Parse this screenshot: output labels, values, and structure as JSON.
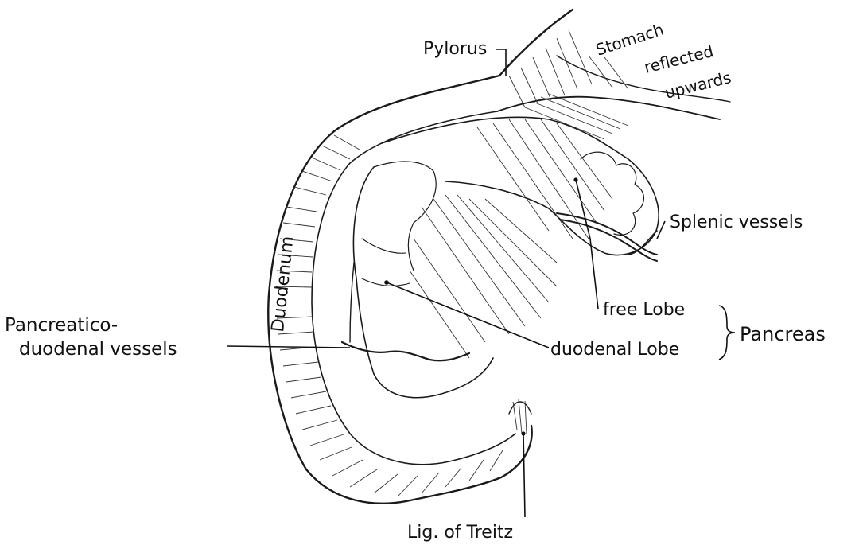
{
  "labels": {
    "pylorus": "Pylorus",
    "stomach_line1": "Stomach",
    "stomach_line2": "reflected",
    "stomach_line3": "upwards",
    "splenic": "Splenic vessels",
    "free_lobe": "free Lobe",
    "pancreas": "Pancreas",
    "duodenal_lobe": "duodenal Lobe",
    "pancreatico_line1": "Pancreatico-",
    "pancreatico_line2": "duodenal vessels",
    "duodenum": "Duodenum",
    "treitz": "Lig. of Treitz"
  }
}
